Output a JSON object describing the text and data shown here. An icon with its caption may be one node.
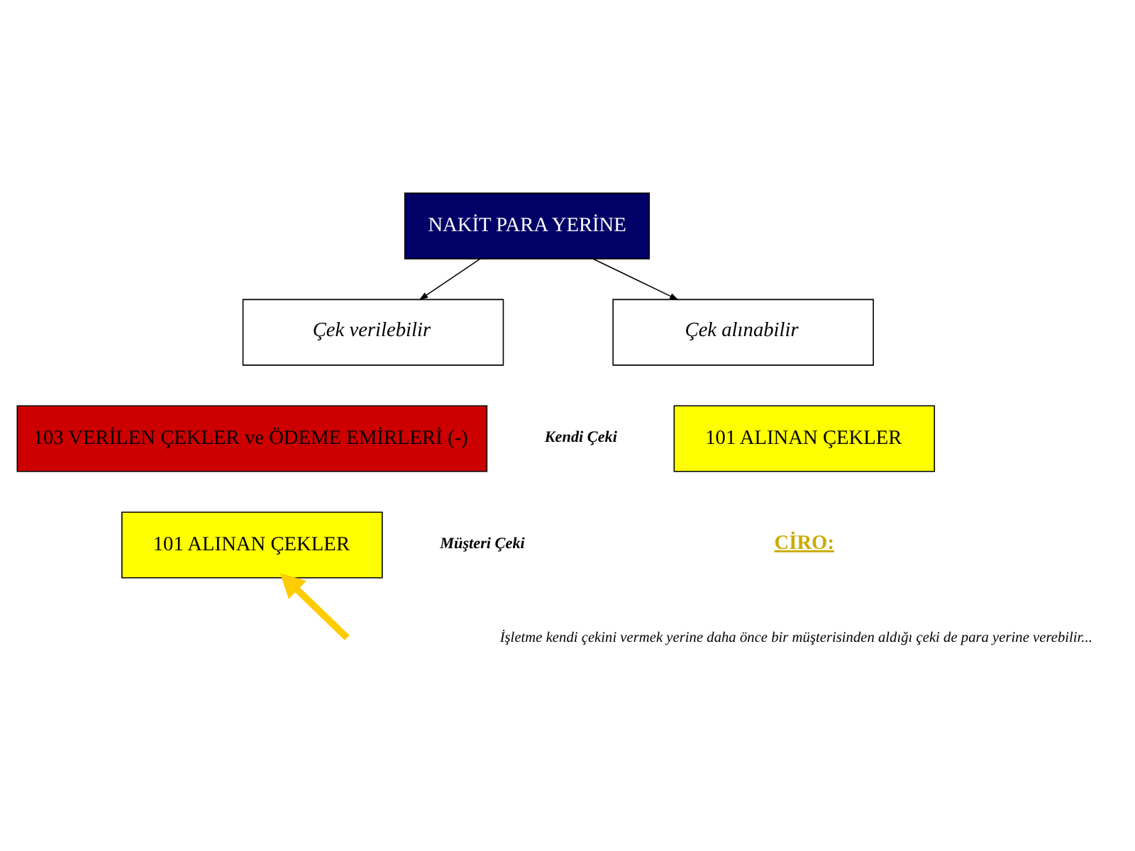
{
  "diagram": {
    "nodes": [
      {
        "text": [
          "NAKİT PARA YERİNE"
        ]
      },
      {
        "text": [
          "Çek verilebilir"
        ]
      },
      {
        "text": [
          "Çek alınabilir"
        ]
      },
      {
        "text": [
          "103 VERİLEN ÇEKLER ve ÖDEME EMİRLERİ (-)"
        ],
        "beside": [
          "Kendi Çeki"
        ]
      },
      {
        "text": [
          "101 ALINAN ÇEKLER"
        ]
      },
      {
        "text": [
          "101 ALINAN ÇEKLER"
        ],
        "beside": [
          "Müşteri Çeki"
        ]
      }
    ],
    "edges": [
      {
        "from": 0,
        "to": 1,
        "arrow": "to"
      },
      {
        "from": 0,
        "to": 2,
        "arrow": "to"
      },
      {
        "from": null,
        "to": 5,
        "arrow": "to",
        "style": "thick",
        "color": "#ffcc00"
      }
    ],
    "labels": [
      "CİRO:",
      "İşletme kendi çekini vermek yerine daha önce bir müşterisinden aldığı çeki de para yerine verebilir..."
    ]
  }
}
